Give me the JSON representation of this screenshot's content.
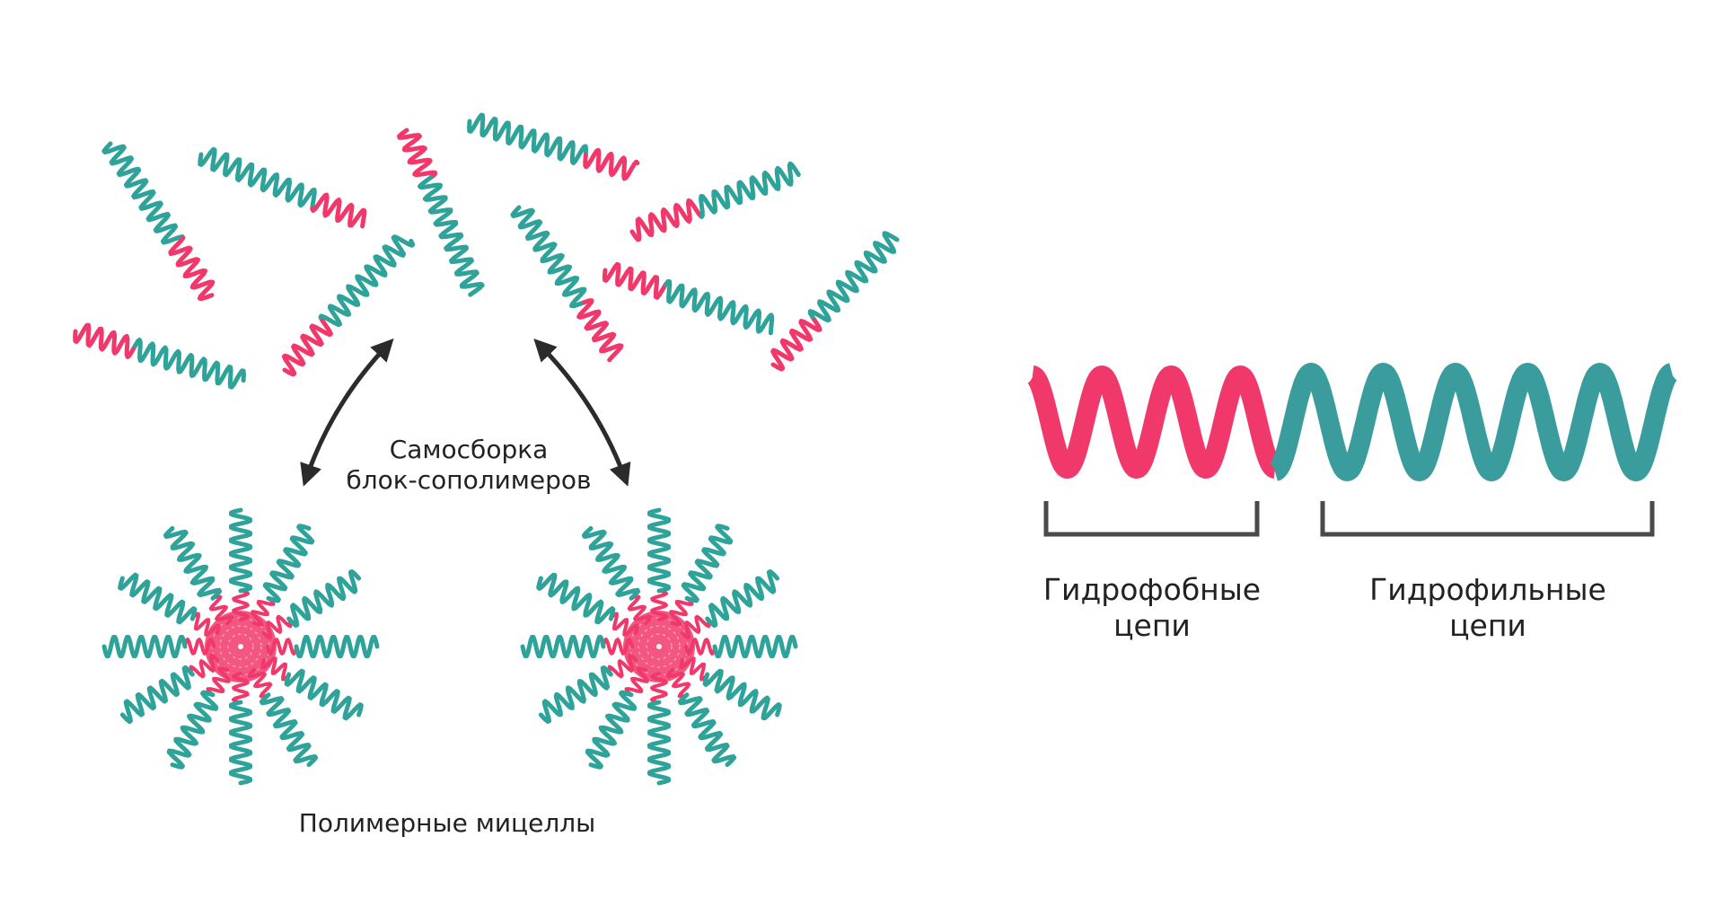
{
  "colors": {
    "hydrophobic": "#f0386b",
    "hydrophilic": "#2fa39a",
    "big_hydrophilic": "#3a9c9c",
    "bracket": "#4a4a4a",
    "arrow": "#2b2b2b"
  },
  "labels": {
    "self_assembly_line1": "Самосборка",
    "self_assembly_line2": "блок-сополимеров",
    "micelles": "Полимерные мицеллы",
    "hydrophobic_line1": "Гидрофобные",
    "hydrophobic_line2": "цепи",
    "hydrophilic_line1": "Гидрофильные",
    "hydrophilic_line2": "цепи"
  }
}
